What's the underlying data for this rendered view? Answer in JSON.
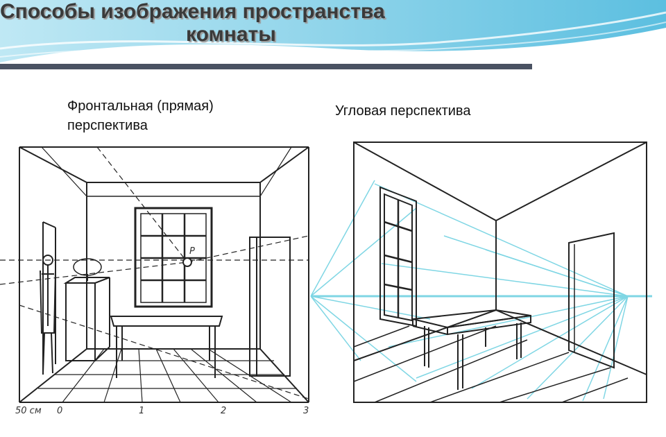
{
  "title": {
    "line1": "Способы изображения пространства",
    "line2": "комнаты"
  },
  "left_panel": {
    "caption_line1": "Фронтальная (прямая)",
    "caption_line2": "перспектива",
    "vanishing_point_label": "P",
    "scale_labels": [
      "50 см",
      "0",
      "1",
      "2",
      "3"
    ]
  },
  "right_panel": {
    "caption": "Угловая перспектива"
  },
  "colors": {
    "header_wave": "#7ecfe6",
    "header_bar": "#4a5262",
    "construction_lines": "#7fd6e4",
    "sketch_lines": "#222222"
  }
}
